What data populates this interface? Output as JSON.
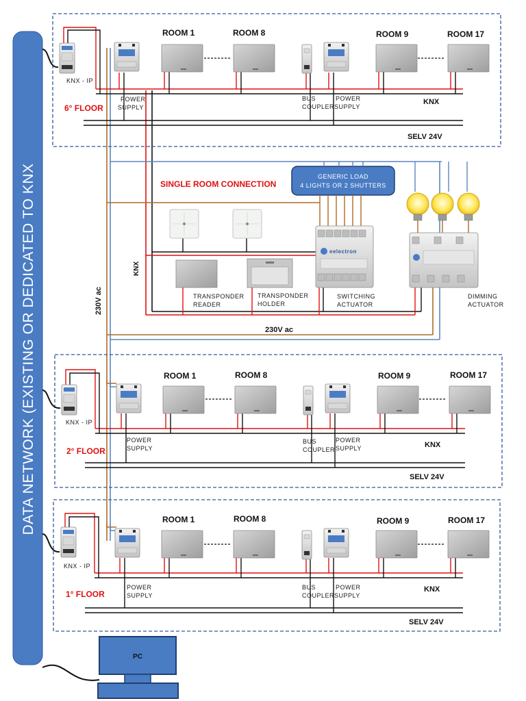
{
  "sidebar": {
    "network_label": "DATA NETWORK (EXISTING OR DEDICATED TO KNX"
  },
  "pc_label": "PC",
  "single_room": {
    "title": "SINGLE ROOM CONNECTION",
    "load_line1": "GENERIC LOAD",
    "load_line2": "4 LIGHTS OR 2 SHUTTERS",
    "knx_label": "KNX",
    "v230_vertical": "230V ac",
    "v230_horizontal": "230V ac",
    "transponder_reader": [
      "TRANSPONDER",
      "READER"
    ],
    "transponder_holder": [
      "TRANSPONDER",
      "HOLDER"
    ],
    "switching_actuator": [
      "SWITCHING",
      "ACTUATOR"
    ],
    "dimming_actuator": [
      "DIMMING",
      "ACTUATOR"
    ],
    "device_brand": "eelectron"
  },
  "floors": [
    {
      "name": "6° FLOOR",
      "knx_ip": "KNX - IP",
      "power_supply_1": [
        "POWER",
        "SUPPLY"
      ],
      "bus_coupler": [
        "BUS",
        "COUPLER"
      ],
      "power_supply_2": [
        "POWER",
        "SUPPLY"
      ],
      "rooms": [
        "ROOM 1",
        "ROOM 8",
        "ROOM 9",
        "ROOM 17"
      ],
      "knx": "KNX",
      "selv": "SELV 24V"
    },
    {
      "name": "2° FLOOR",
      "knx_ip": "KNX - IP",
      "power_supply_1": [
        "POWER",
        "SUPPLY"
      ],
      "bus_coupler": [
        "BUS",
        "COUPLER"
      ],
      "power_supply_2": [
        "POWER",
        "SUPPLY"
      ],
      "rooms": [
        "ROOM 1",
        "ROOM 8",
        "ROOM 9",
        "ROOM 17"
      ],
      "knx": "KNX",
      "selv": "SELV 24V"
    },
    {
      "name": "1° FLOOR",
      "knx_ip": "KNX - IP",
      "power_supply_1": [
        "POWER",
        "SUPPLY"
      ],
      "bus_coupler": [
        "BUS",
        "COUPLER"
      ],
      "power_supply_2": [
        "POWER",
        "SUPPLY"
      ],
      "rooms": [
        "ROOM 1",
        "ROOM 8",
        "ROOM 9",
        "ROOM 17"
      ],
      "knx": "KNX",
      "selv": "SELV 24V"
    }
  ],
  "colors": {
    "network_blue": "#4a7cc4",
    "knx_red": "#e01010",
    "selv_black": "#111111",
    "ac_brown": "#b06a20",
    "data_blue": "#5b86c0"
  }
}
